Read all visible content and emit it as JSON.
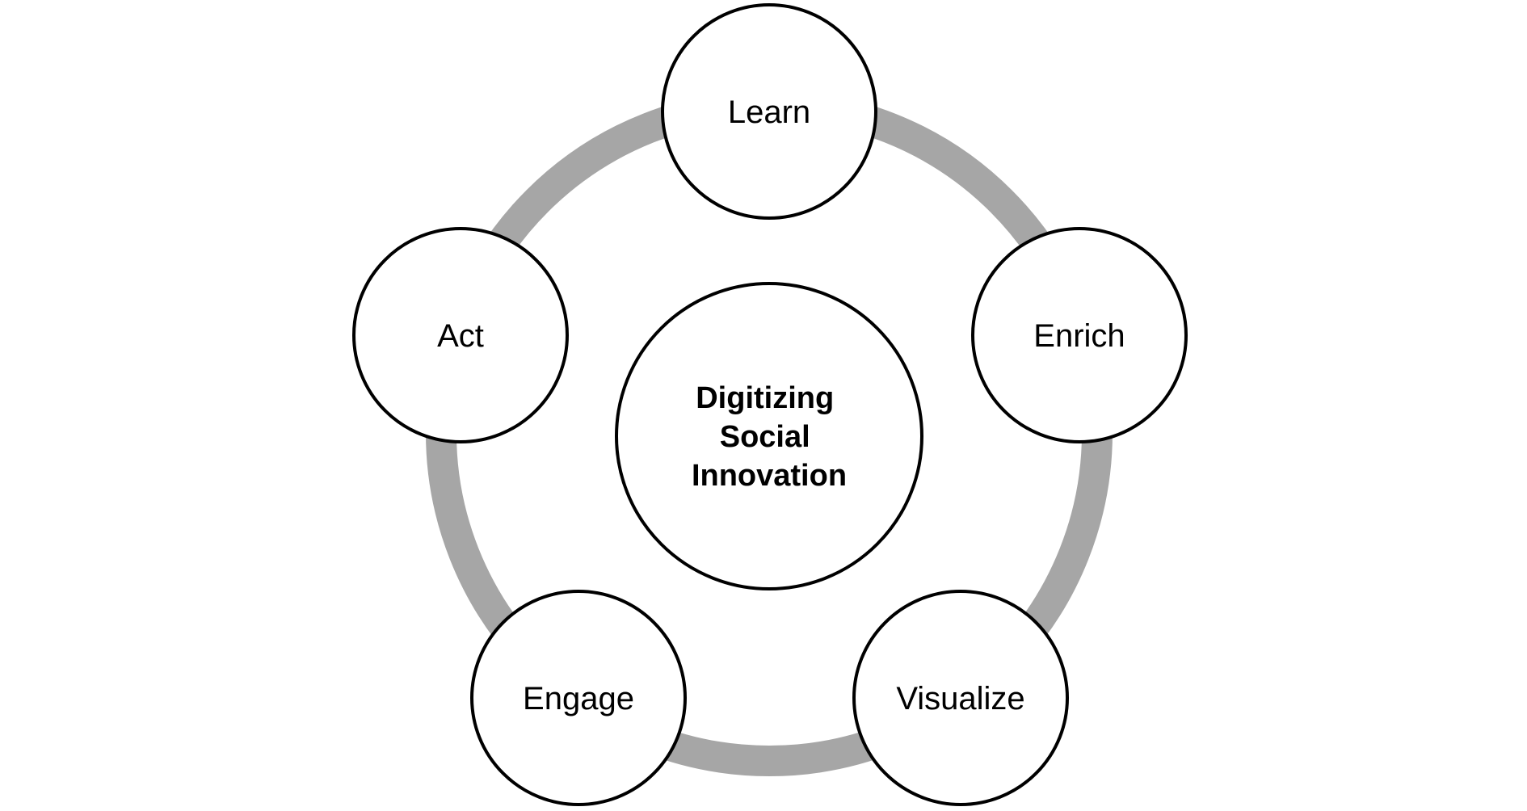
{
  "diagram": {
    "center": {
      "lines": [
        "Digitizing",
        "Social",
        "Innovation"
      ]
    },
    "nodes": [
      {
        "label": "Learn"
      },
      {
        "label": "Enrich"
      },
      {
        "label": "Visualize"
      },
      {
        "label": "Engage"
      },
      {
        "label": "Act"
      }
    ]
  },
  "colors": {
    "ring": "#a6a6a6",
    "stroke": "#000000",
    "fill": "#ffffff",
    "background": "#ffffff"
  }
}
